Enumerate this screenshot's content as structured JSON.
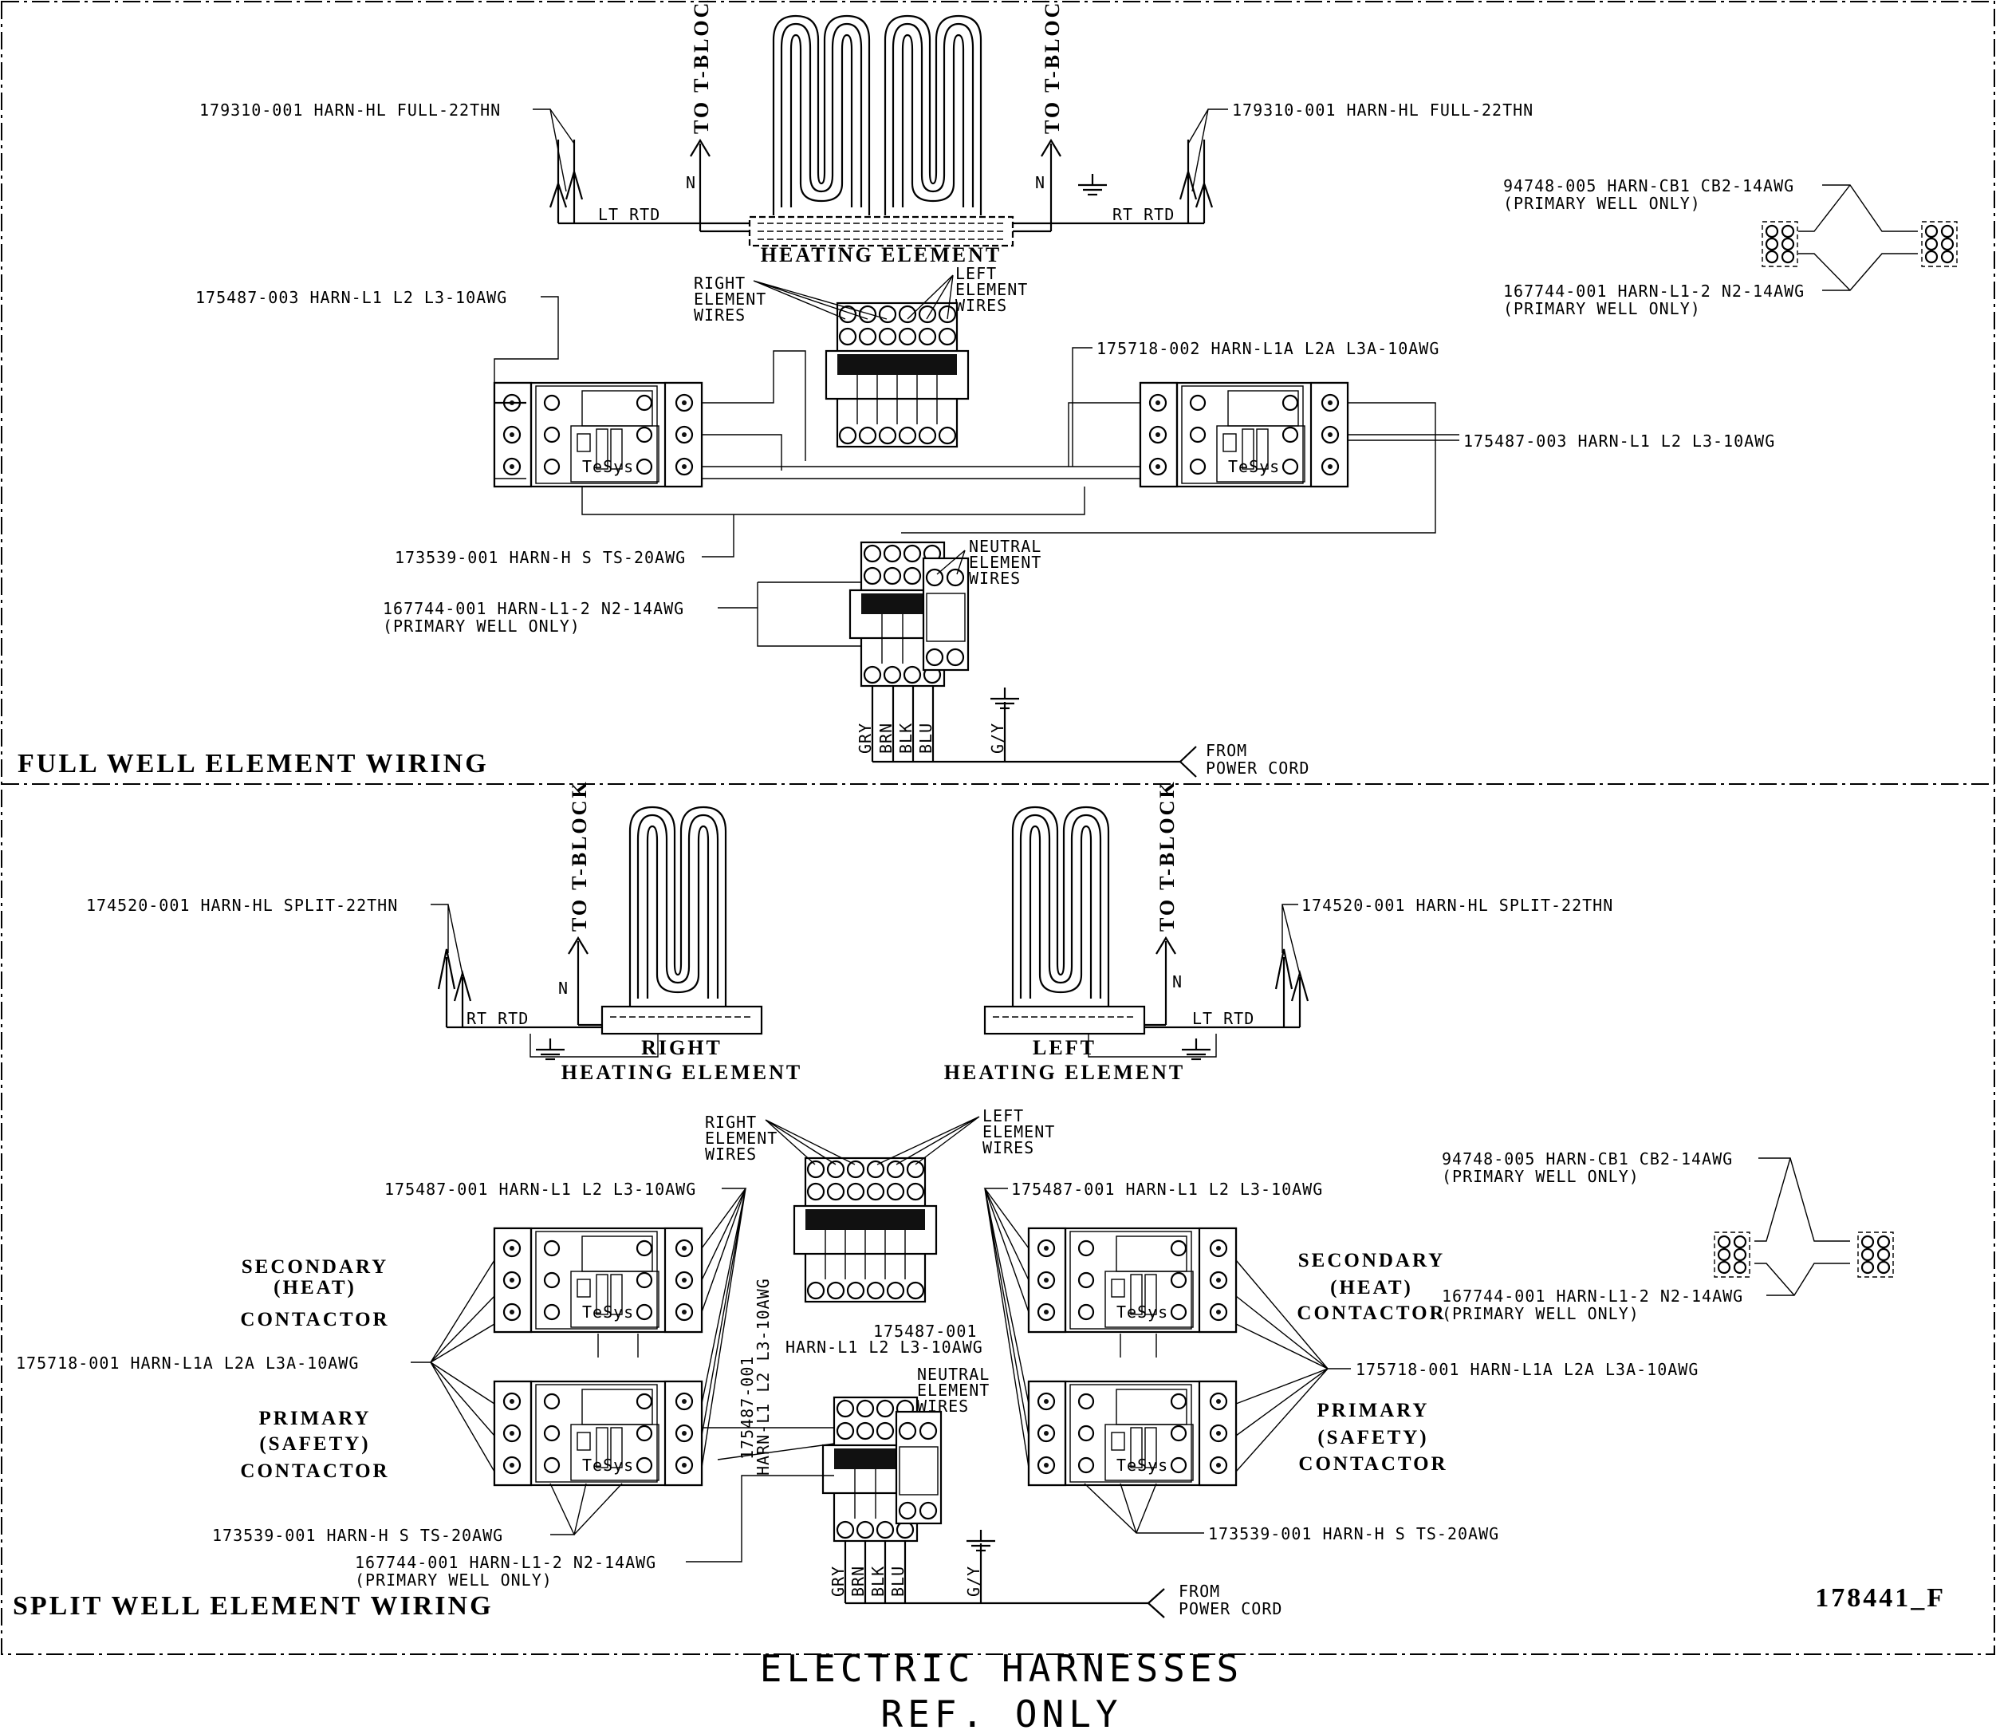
{
  "labels": {
    "h179310_l": "179310-001 HARN-HL FULL-22THN",
    "h179310_r": "179310-001 HARN-HL FULL-22THN",
    "to_tblock": "TO T-BLOCK",
    "n": "N",
    "lt_rtd": "LT RTD",
    "rt_rtd": "RT RTD",
    "heating_element": "HEATING ELEMENT",
    "h175487_003_l": "175487-003 HARN-L1 L2 L3-10AWG",
    "h175487_003_r": "175487-003 HARN-L1 L2 L3-10AWG",
    "right_element_wires": [
      "RIGHT",
      "ELEMENT",
      "WIRES"
    ],
    "left_element_wires": [
      "LEFT",
      "ELEMENT",
      "WIRES"
    ],
    "h175718_002": "175718-002 HARN-L1A L2A L3A-10AWG",
    "h94748": "94748-005 HARN-CB1 CB2-14AWG",
    "primary_well_only": "(PRIMARY WELL ONLY)",
    "h167744": "167744-001 HARN-L1-2 N2-14AWG",
    "h173539": "173539-001 HARN-H S TS-20AWG",
    "neutral_element_wires": [
      "NEUTRAL",
      "ELEMENT",
      "WIRES"
    ],
    "wire_colors": [
      "GRY",
      "BRN",
      "BLK",
      "BLU"
    ],
    "gy": "G/Y",
    "from_power_cord": [
      "FROM",
      "POWER CORD"
    ],
    "full_well_title": "FULL WELL ELEMENT WIRING",
    "h174520": "174520-001 HARN-HL SPLIT-22THN",
    "right_heating": [
      "RIGHT",
      "HEATING ELEMENT"
    ],
    "left_heating": [
      "LEFT",
      "HEATING ELEMENT"
    ],
    "h175487_001": "175487-001 HARN-L1 L2 L3-10AWG",
    "h175487_001_split": [
      "175487-001",
      "HARN-L1 L2 L3-10AWG"
    ],
    "h175718_001": "175718-001 HARN-L1A L2A L3A-10AWG",
    "secondary_contactor": [
      "SECONDARY",
      "(HEAT)",
      "CONTACTOR"
    ],
    "primary_contactor": [
      "PRIMARY",
      "(SAFETY)",
      "CONTACTOR"
    ],
    "split_well_title": "SPLIT WELL ELEMENT WIRING",
    "drawing_number": "178441_F",
    "footer_line1": "ELECTRIC HARNESSES",
    "footer_line2": "REF. ONLY",
    "tesys": "TeSys"
  }
}
